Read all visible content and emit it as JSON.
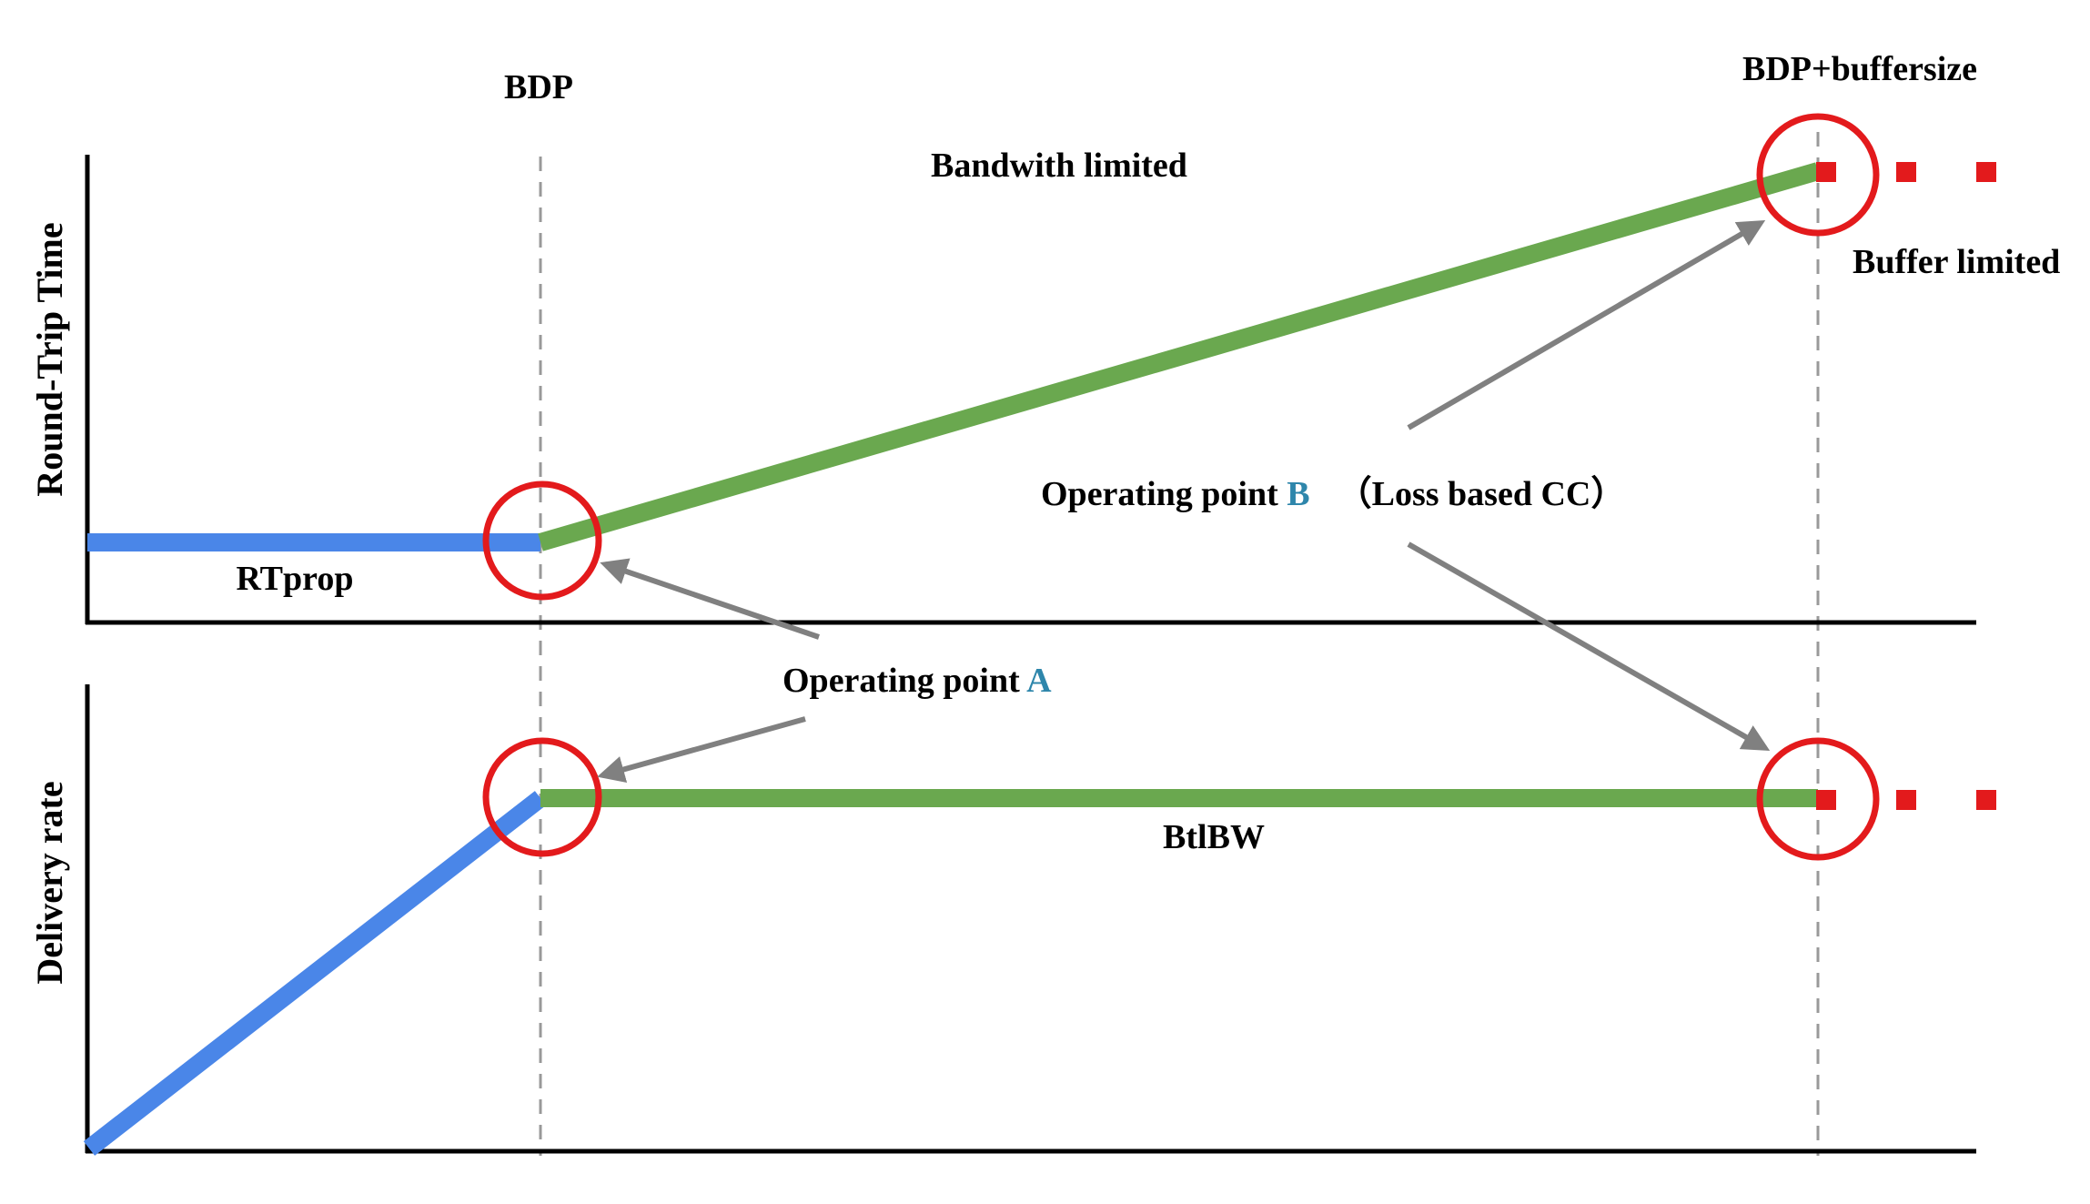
{
  "labels": {
    "bdp": "BDP",
    "bdp_buffer": "BDP+buffersize",
    "bandwidth_limited": "Bandwith limited",
    "buffer_limited": "Buffer limited",
    "rtprop": "RTprop",
    "btlbw": "BtlBW",
    "y_top": "Round-Trip Time",
    "y_bottom": "Delivery rate",
    "op_a_prefix": "Operating point ",
    "op_a_letter": "A",
    "op_b_prefix": "Operating point ",
    "op_b_letter": "B",
    "op_b_suffix": "（Loss based CC）"
  },
  "colors": {
    "app_limited": "#4a86e8",
    "bandwidth_limited": "#6aa84f",
    "buffer_limited": "#e31a1c",
    "operating_circle": "#e31a1c",
    "arrow": "#808080",
    "axis": "#000000",
    "guide": "#999999",
    "accent_letter": "#2e86ab"
  }
}
